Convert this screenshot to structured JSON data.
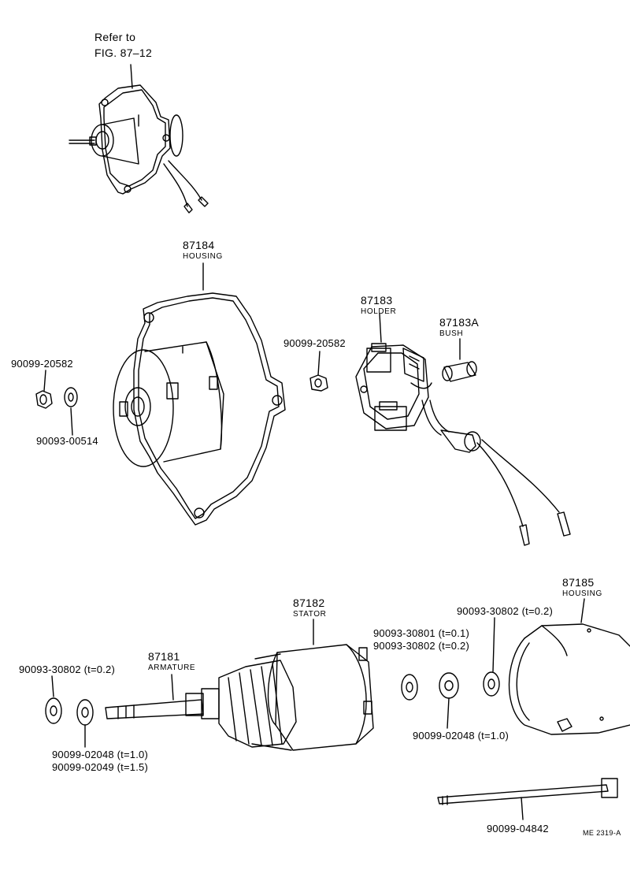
{
  "colors": {
    "ink": "#000000",
    "paper": "#ffffff"
  },
  "reference": {
    "line1": "Refer to",
    "line2": "FIG. 87–12"
  },
  "parts": {
    "p87184": {
      "number": "87184",
      "name": "HOUSING"
    },
    "p87183": {
      "number": "87183",
      "name": "HOLDER"
    },
    "p87183A": {
      "number": "87183A",
      "name": "BUSH"
    },
    "p87182": {
      "number": "87182",
      "name": "STATOR"
    },
    "p87181": {
      "number": "87181",
      "name": "ARMATURE"
    },
    "p87185": {
      "number": "87185",
      "name": "HOUSING"
    }
  },
  "fasteners": {
    "nut_left": "90099-20582",
    "washer_left": "90093-00514",
    "nut_right": "90099-20582",
    "washer_arm_left": "90093-30802 (t=0.2)",
    "washer_arm_b1": "90099-02048 (t=1.0)",
    "washer_arm_b2": "90099-02049 (t=1.5)",
    "washer_mid_1": "90093-30801 (t=0.1)",
    "washer_mid_2": "90093-30802 (t=0.2)",
    "washer_right": "90093-30802 (t=0.2)",
    "washer_mid_bottom": "90099-02048 (t=1.0)",
    "bolt": "90099-04842"
  },
  "figure_code": "ME 2319-A"
}
